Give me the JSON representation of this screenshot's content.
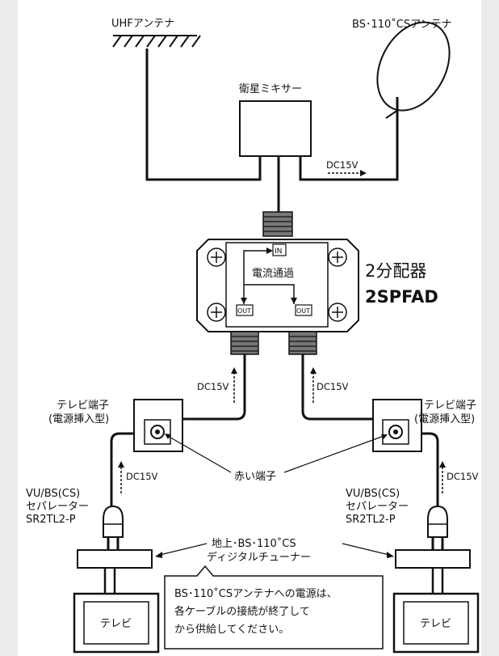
{
  "antennas": {
    "uhf_label": "UHFアンテナ",
    "bs_cs_label": "BS･110˚CSアンテナ"
  },
  "mixer": {
    "label": "衛星ミキサー"
  },
  "dc_label": "DC15V",
  "splitter": {
    "name": "2分配器",
    "model": "2SPFAD",
    "in_label": "IN",
    "out_label": "OUT",
    "pass_label": "電流通過"
  },
  "wall_terminal": {
    "line1": "テレビ端子",
    "line2": "(電源挿入型)"
  },
  "red_terminal_label": "赤い端子",
  "separator": {
    "line1": "VU/BS(CS)",
    "line2": "セパレーター",
    "line3": "SR2TL2-P"
  },
  "tuner": {
    "line1": "地上･BS･110˚CS",
    "line2": "ディジタルチューナー"
  },
  "note": {
    "line1": "BS･110˚CSアンテナへの電源は、",
    "line2": "各ケーブルの接続が終了して",
    "line3": "から供給してください。"
  },
  "tv_label": "テレビ"
}
